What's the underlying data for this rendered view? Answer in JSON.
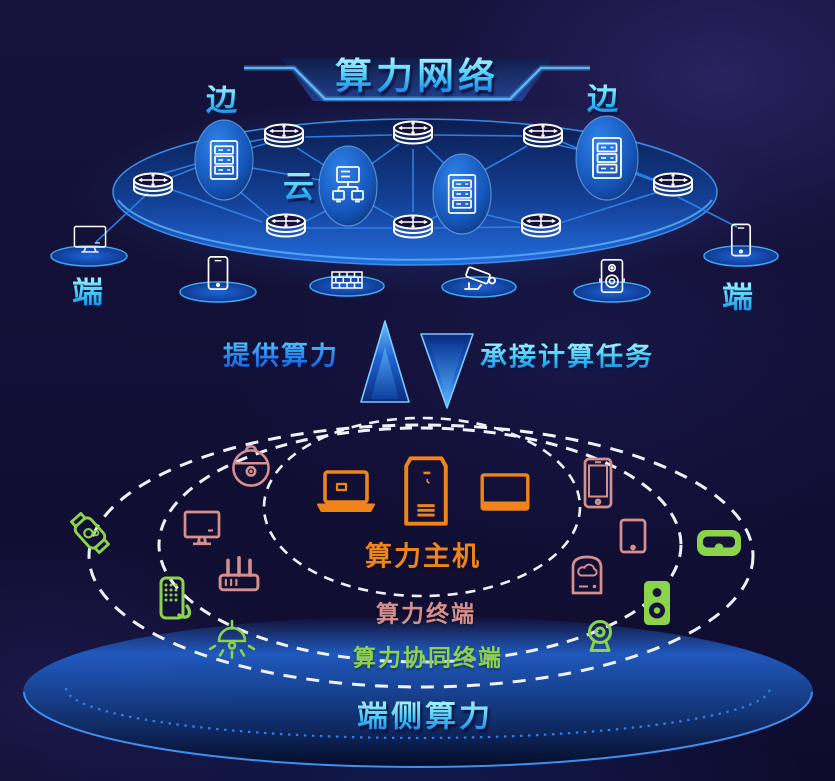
{
  "title": "算力网络",
  "network": {
    "edge_left": "边",
    "edge_right": "边",
    "cloud": "云",
    "terminal_left": "端",
    "terminal_right": "端",
    "node_icons": [
      "router-icon",
      "server-node-icon",
      "cloud-topology-node-icon"
    ],
    "edge_device_icons": [
      "desktop-monitor-icon",
      "smartphone-icon",
      "firewall-icon",
      "cctv-camera-icon",
      "speaker-icon",
      "smartphone-icon"
    ]
  },
  "exchange": {
    "provide_label": "提供算力",
    "undertake_label": "承接计算任务",
    "icons": [
      "arrow-up-icon",
      "arrow-down-icon"
    ]
  },
  "terminal_rings": {
    "host_label": "算力主机",
    "host_icons": [
      "laptop-icon",
      "tower-pc-icon",
      "display-icon"
    ],
    "terminal_label": "算力终端",
    "terminal_icons": [
      "robot-vacuum-icon",
      "desktop-monitor-icon",
      "wifi-router-icon",
      "smartphone-icon",
      "tablet-icon",
      "portable-drive-icon"
    ],
    "collaborative_label": "算力协同终端",
    "collaborative_icons": [
      "smartwatch-icon",
      "smart-door-lock-icon",
      "ceiling-lamp-icon",
      "webcam-icon",
      "smart-speaker-icon",
      "vr-headset-icon"
    ]
  },
  "footer": {
    "label": "端侧算力"
  },
  "colors": {
    "background": "#131037",
    "accent_cyan": "#3FC8F5",
    "accent_blue": "#1E6AE8",
    "link_blue": "#2F82E6",
    "host_orange": "#F08418",
    "terminal_salmon": "#D4908E",
    "collaborative_green": "#8CD34C",
    "white_icon": "#FFFFFF"
  }
}
